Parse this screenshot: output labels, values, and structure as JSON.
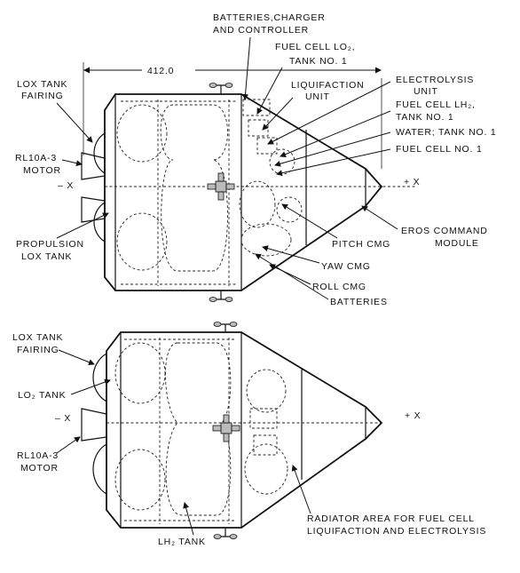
{
  "top_view": {
    "dimension": "412.0",
    "labels": {
      "batteries_charger": [
        "BATTERIES,CHARGER",
        "AND CONTROLLER"
      ],
      "fuel_cell_lo2": [
        "FUEL CELL LO₂,",
        "TANK NO. 1"
      ],
      "liquifaction": [
        "LIQUIFACTION",
        "UNIT"
      ],
      "electrolysis": [
        "ELECTROLYSIS",
        "UNIT"
      ],
      "fuel_cell_lh2": [
        "FUEL CELL LH₂,",
        "TANK NO. 1"
      ],
      "water_tank": "WATER; TANK NO. 1",
      "fuel_cell": "FUEL CELL NO. 1",
      "lox_fairing": [
        "LOX TANK",
        "FAIRING"
      ],
      "rl10_motor": [
        "RL10A-3",
        "MOTOR"
      ],
      "minus_x": "– X",
      "plus_x": "+ X",
      "propulsion_lox": [
        "PROPULSION",
        "LOX TANK"
      ],
      "eros_module": [
        "EROS COMMAND",
        "MODULE"
      ],
      "pitch_cmg": "PITCH CMG",
      "yaw_cmg": "YAW CMG",
      "roll_cmg": "ROLL CMG",
      "batteries": "BATTERIES"
    }
  },
  "bottom_view": {
    "labels": {
      "lox_fairing": [
        "LOX TANK",
        "FAIRING"
      ],
      "lo2_tank": "LO₂ TANK",
      "minus_x": "– X",
      "plus_x": "+ X",
      "rl10_motor": [
        "RL10A-3",
        "MOTOR"
      ],
      "lh2_tank": "LH₂ TANK",
      "radiator": [
        "RADIATOR AREA FOR FUEL CELL",
        "LIQUIFACTION AND ELECTROLYSIS"
      ]
    }
  }
}
